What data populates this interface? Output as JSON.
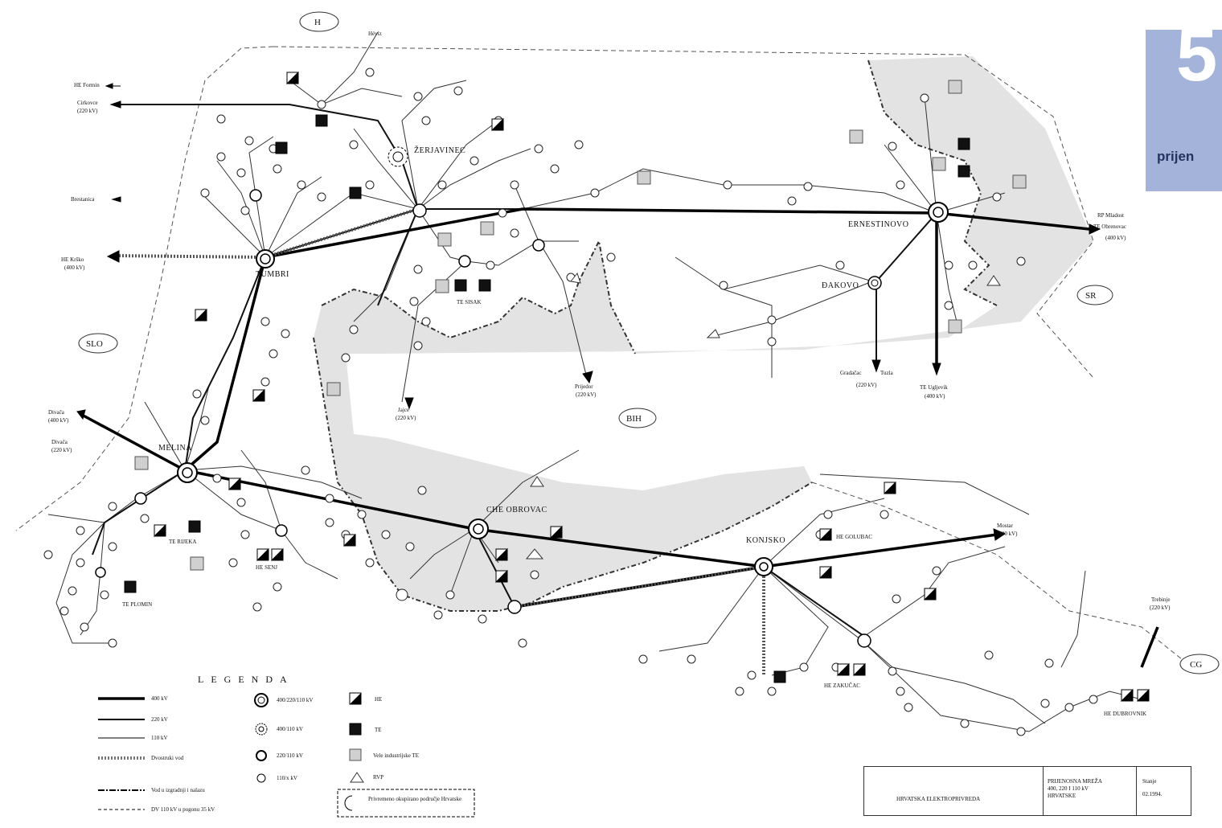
{
  "corner": {
    "number": "5",
    "word": "prijen"
  },
  "countries": {
    "h": "H",
    "slo": "SLO",
    "bih": "BIH",
    "sr": "SR",
    "cg": "CG"
  },
  "major_nodes": {
    "cerjavinec": "ŽERJAVINEC",
    "tumbri": "TUMBRI",
    "ernestinovo": "ERNESTINOVO",
    "melina": "MELINA",
    "che_obrovac": "CHE OBROVAC",
    "konjsko": "KONJSKO",
    "dakovo": "ĐAKOVO"
  },
  "plants": {
    "te_sisak": "TE SISAK",
    "te_rijeka": "TE RIJEKA",
    "te_plomin": "TE PLOMIN",
    "he_senj": "HE SENJ",
    "he_golubac": "HE GOLUBAC",
    "he_zakucac": "HE ZAKUČAC",
    "he_dubrovnik": "HE DUBROVNIK"
  },
  "exits": {
    "he_formin": "HE Formin",
    "cirkovce": "Cirkovce",
    "cirkovce_kv": "(220 kV)",
    "krsko": "HE Krško",
    "krsko_kv": "(400 kV)",
    "brestanica": "Brestanica",
    "divaca400": "Divača",
    "divaca400_kv": "(400 kV)",
    "divaca220": "Divača",
    "divaca220_kv": "(220 kV)",
    "sombor": "RP Mladost",
    "sombor2": "TE Obrenovac",
    "sombor_kv": "(400 kV)",
    "ugljevik": "TE Ugljevik",
    "ugljevik_kv": "(400 kV)",
    "gradacac": "Gradačac",
    "tuzla": "Tuzla",
    "tuzla_kv": "(220 kV)",
    "jajce": "Jajce",
    "jajce_kv": "(220 kV)",
    "prijedor": "Prijedor",
    "prijedor_kv": "(220 kV)",
    "mostar": "Mostar",
    "mostar_kv": "(400 kV)",
    "trebinje": "Trebinje",
    "trebinje_kv": "(220 kV)",
    "heviz": "Hévíz"
  },
  "legend": {
    "title": "LEGENDA",
    "l400": "400 kV",
    "l220": "220 kV",
    "l110": "110 kV",
    "dvostruki": "Dvostruki vod",
    "vod": "Vod u izgradnji i nalazu",
    "dv": "DV 110 kV u pogonu 35 kV",
    "s1": "400/220/110 kV",
    "s2": "400/110 kV",
    "s3": "220/110 kV",
    "s4": "110/x kV",
    "he": "HE",
    "te": "TE",
    "vele": "Vele industrijske TE",
    "rvp": "RVP",
    "okup": "Privremeno okupirano područje Hrvatske"
  },
  "titlebox": {
    "company": "HRVATSKA ELEKTROPRIVREDA",
    "title": "PRIJENOSNA MREŽA\n400, 220 I 110 kV\nHRVATSKE",
    "stanje": "Stanje",
    "date": "02.1994."
  },
  "colors": {
    "corner_bg": "#a3b3da",
    "corner_text": "#23335e",
    "occupied": "#e3e3e3"
  }
}
